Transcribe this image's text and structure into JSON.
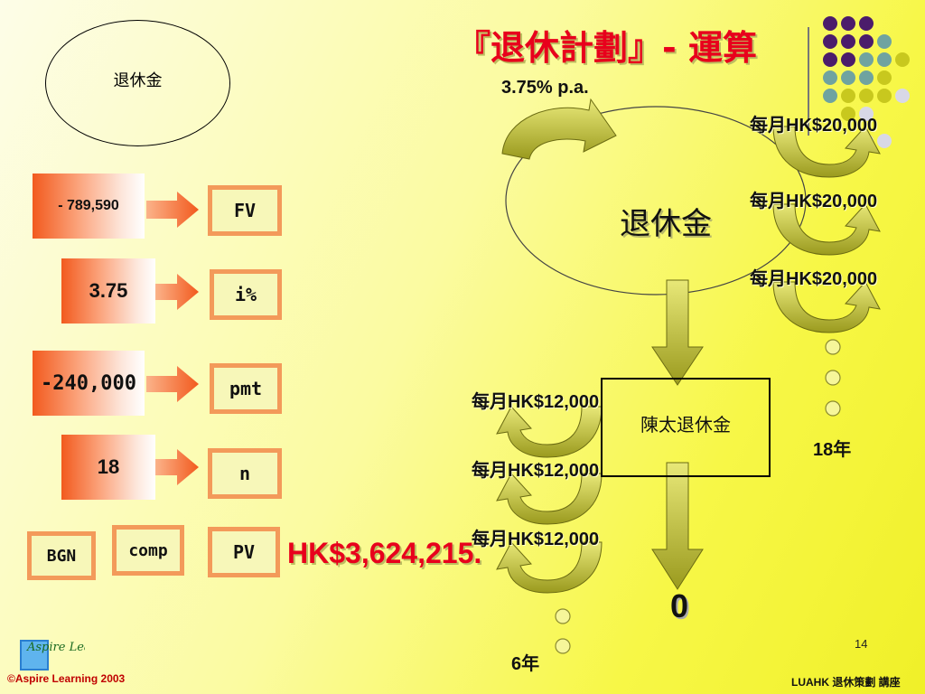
{
  "title": "『退休計劃』- 運算",
  "rate_label": "3.75% p.a.",
  "left_oval_label": "退休金",
  "calculator": {
    "fv_value": "- 789,590",
    "fv_key": "FV",
    "i_value": "3.75",
    "i_key": "i%",
    "pmt_value": "-240,000",
    "pmt_key": "pmt",
    "n_value": "18",
    "n_key": "n",
    "bgn_key": "BGN",
    "comp_key": "comp",
    "pv_key": "PV"
  },
  "result": "HK$3,624,215.",
  "right_column": {
    "payments": [
      "每月HK$20,000",
      "每月HK$20,000",
      "每月HK$20,000"
    ],
    "years": "18年"
  },
  "center_label": "退休金",
  "tan_box_label": "陳太退休金",
  "left_column": {
    "payments": [
      "每月HK$12,000",
      "每月HK$12,000",
      "每月HK$12,000"
    ],
    "years": "6年"
  },
  "zero_label": "0",
  "page_number": "14",
  "footer_left": "©Aspire Learning 2003",
  "footer_right": "LUAHK 退休策劃 講座",
  "logo_text": "Aspire Learning",
  "colors": {
    "title_red": "#e8001c",
    "arrow_olive": "#b5b52a",
    "dot_purple": "#4b1c6b",
    "dot_teal": "#6fa3a0",
    "dot_lime": "#c8c81e",
    "dot_grey": "#d8d8e6"
  }
}
